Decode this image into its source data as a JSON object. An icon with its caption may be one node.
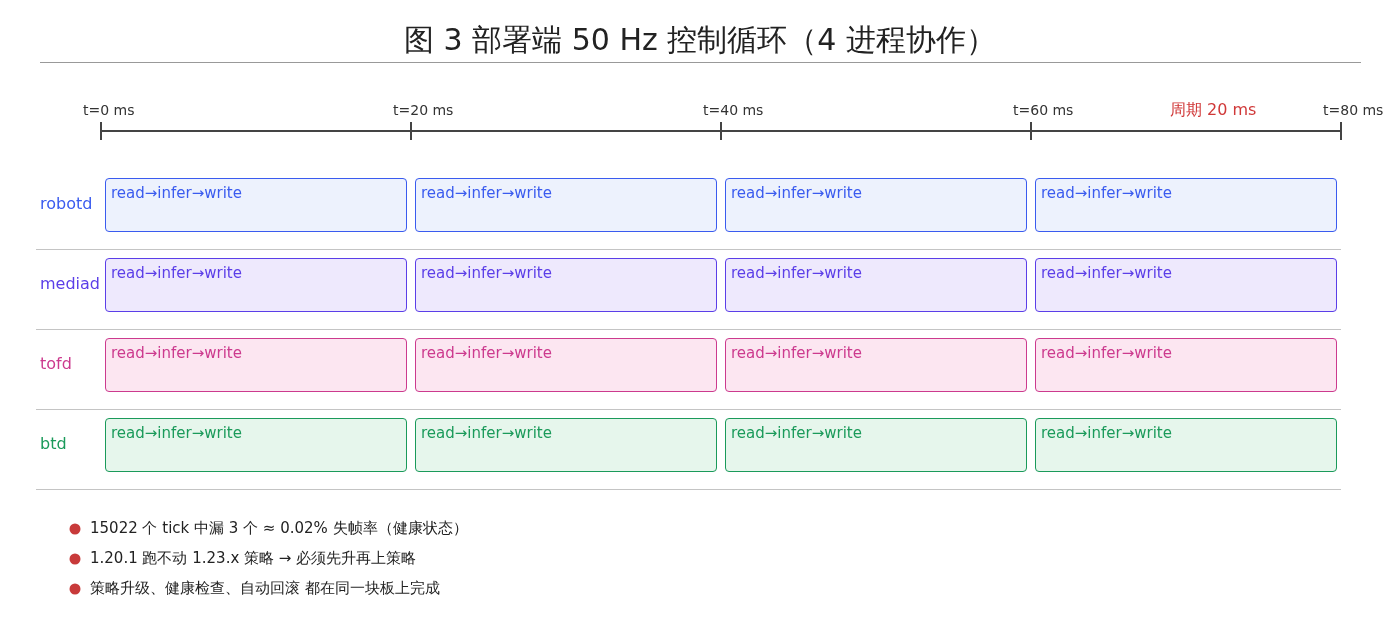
{
  "diagram": {
    "title": "图 3  部署端 50 Hz 控制循环（4 进程协作）",
    "nodes": [
      {
        "text": [
          "robotd"
        ]
      },
      {
        "text": [
          "read→infer→write"
        ],
        "in": 0
      },
      {
        "text": [
          "read→infer→write"
        ],
        "in": 0
      },
      {
        "text": [
          "read→infer→write"
        ],
        "in": 0
      },
      {
        "text": [
          "read→infer→write"
        ],
        "in": 0
      },
      {
        "text": [
          "mediad"
        ]
      },
      {
        "text": [
          "read→infer→write"
        ],
        "in": 5
      },
      {
        "text": [
          "read→infer→write"
        ],
        "in": 5
      },
      {
        "text": [
          "read→infer→write"
        ],
        "in": 5
      },
      {
        "text": [
          "read→infer→write"
        ],
        "in": 5
      },
      {
        "text": [
          "tofd"
        ]
      },
      {
        "text": [
          "read→infer→write"
        ],
        "in": 10
      },
      {
        "text": [
          "read→infer→write"
        ],
        "in": 10
      },
      {
        "text": [
          "read→infer→write"
        ],
        "in": 10
      },
      {
        "text": [
          "read→infer→write"
        ],
        "in": 10
      },
      {
        "text": [
          "btd"
        ]
      },
      {
        "text": [
          "read→infer→write"
        ],
        "in": 15
      },
      {
        "text": [
          "read→infer→write"
        ],
        "in": 15
      },
      {
        "text": [
          "read→infer→write"
        ],
        "in": 15
      },
      {
        "text": [
          "read→infer→write"
        ],
        "in": 15
      }
    ],
    "labels": [
      "t=0 ms",
      "t=20 ms",
      "t=40 ms",
      "t=60 ms",
      "周期 20 ms",
      "t=80 ms",
      "15022 个 tick 中漏 3 个 ≈ 0.02% 失帧率（健康状态）",
      "1.20.1 跑不动 1.23.x 策略 → 必须先升再上策略",
      "策略升级、健康检查、自动回滚 都在同一块板上完成"
    ]
  }
}
